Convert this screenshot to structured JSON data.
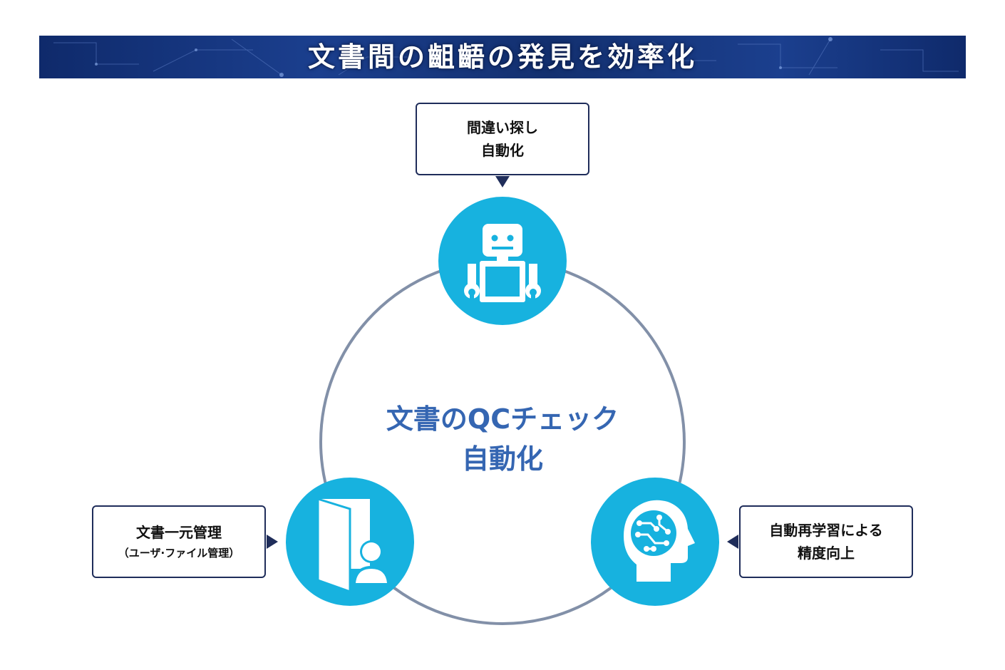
{
  "banner": {
    "title": "文書間の齟齬の発見を効率化"
  },
  "center": {
    "line1": "文書のQCチェック",
    "line2": "自動化"
  },
  "nodes": {
    "top": {
      "icon": "robot-icon",
      "label_line1": "間違い探し",
      "label_line2": "自動化"
    },
    "left": {
      "icon": "folder-user-icon",
      "label_line1": "文書一元管理",
      "label_line2": "（ユーザ·ファイル管理）"
    },
    "right": {
      "icon": "ai-brain-head-icon",
      "label_line1": "自動再学習による",
      "label_line2": "精度向上"
    }
  },
  "colors": {
    "banner": "#1b3f8e",
    "node": "#17b2df",
    "ring": "#8290a8",
    "center_text": "#3566b2",
    "bubble_border": "#1f2d5a"
  }
}
